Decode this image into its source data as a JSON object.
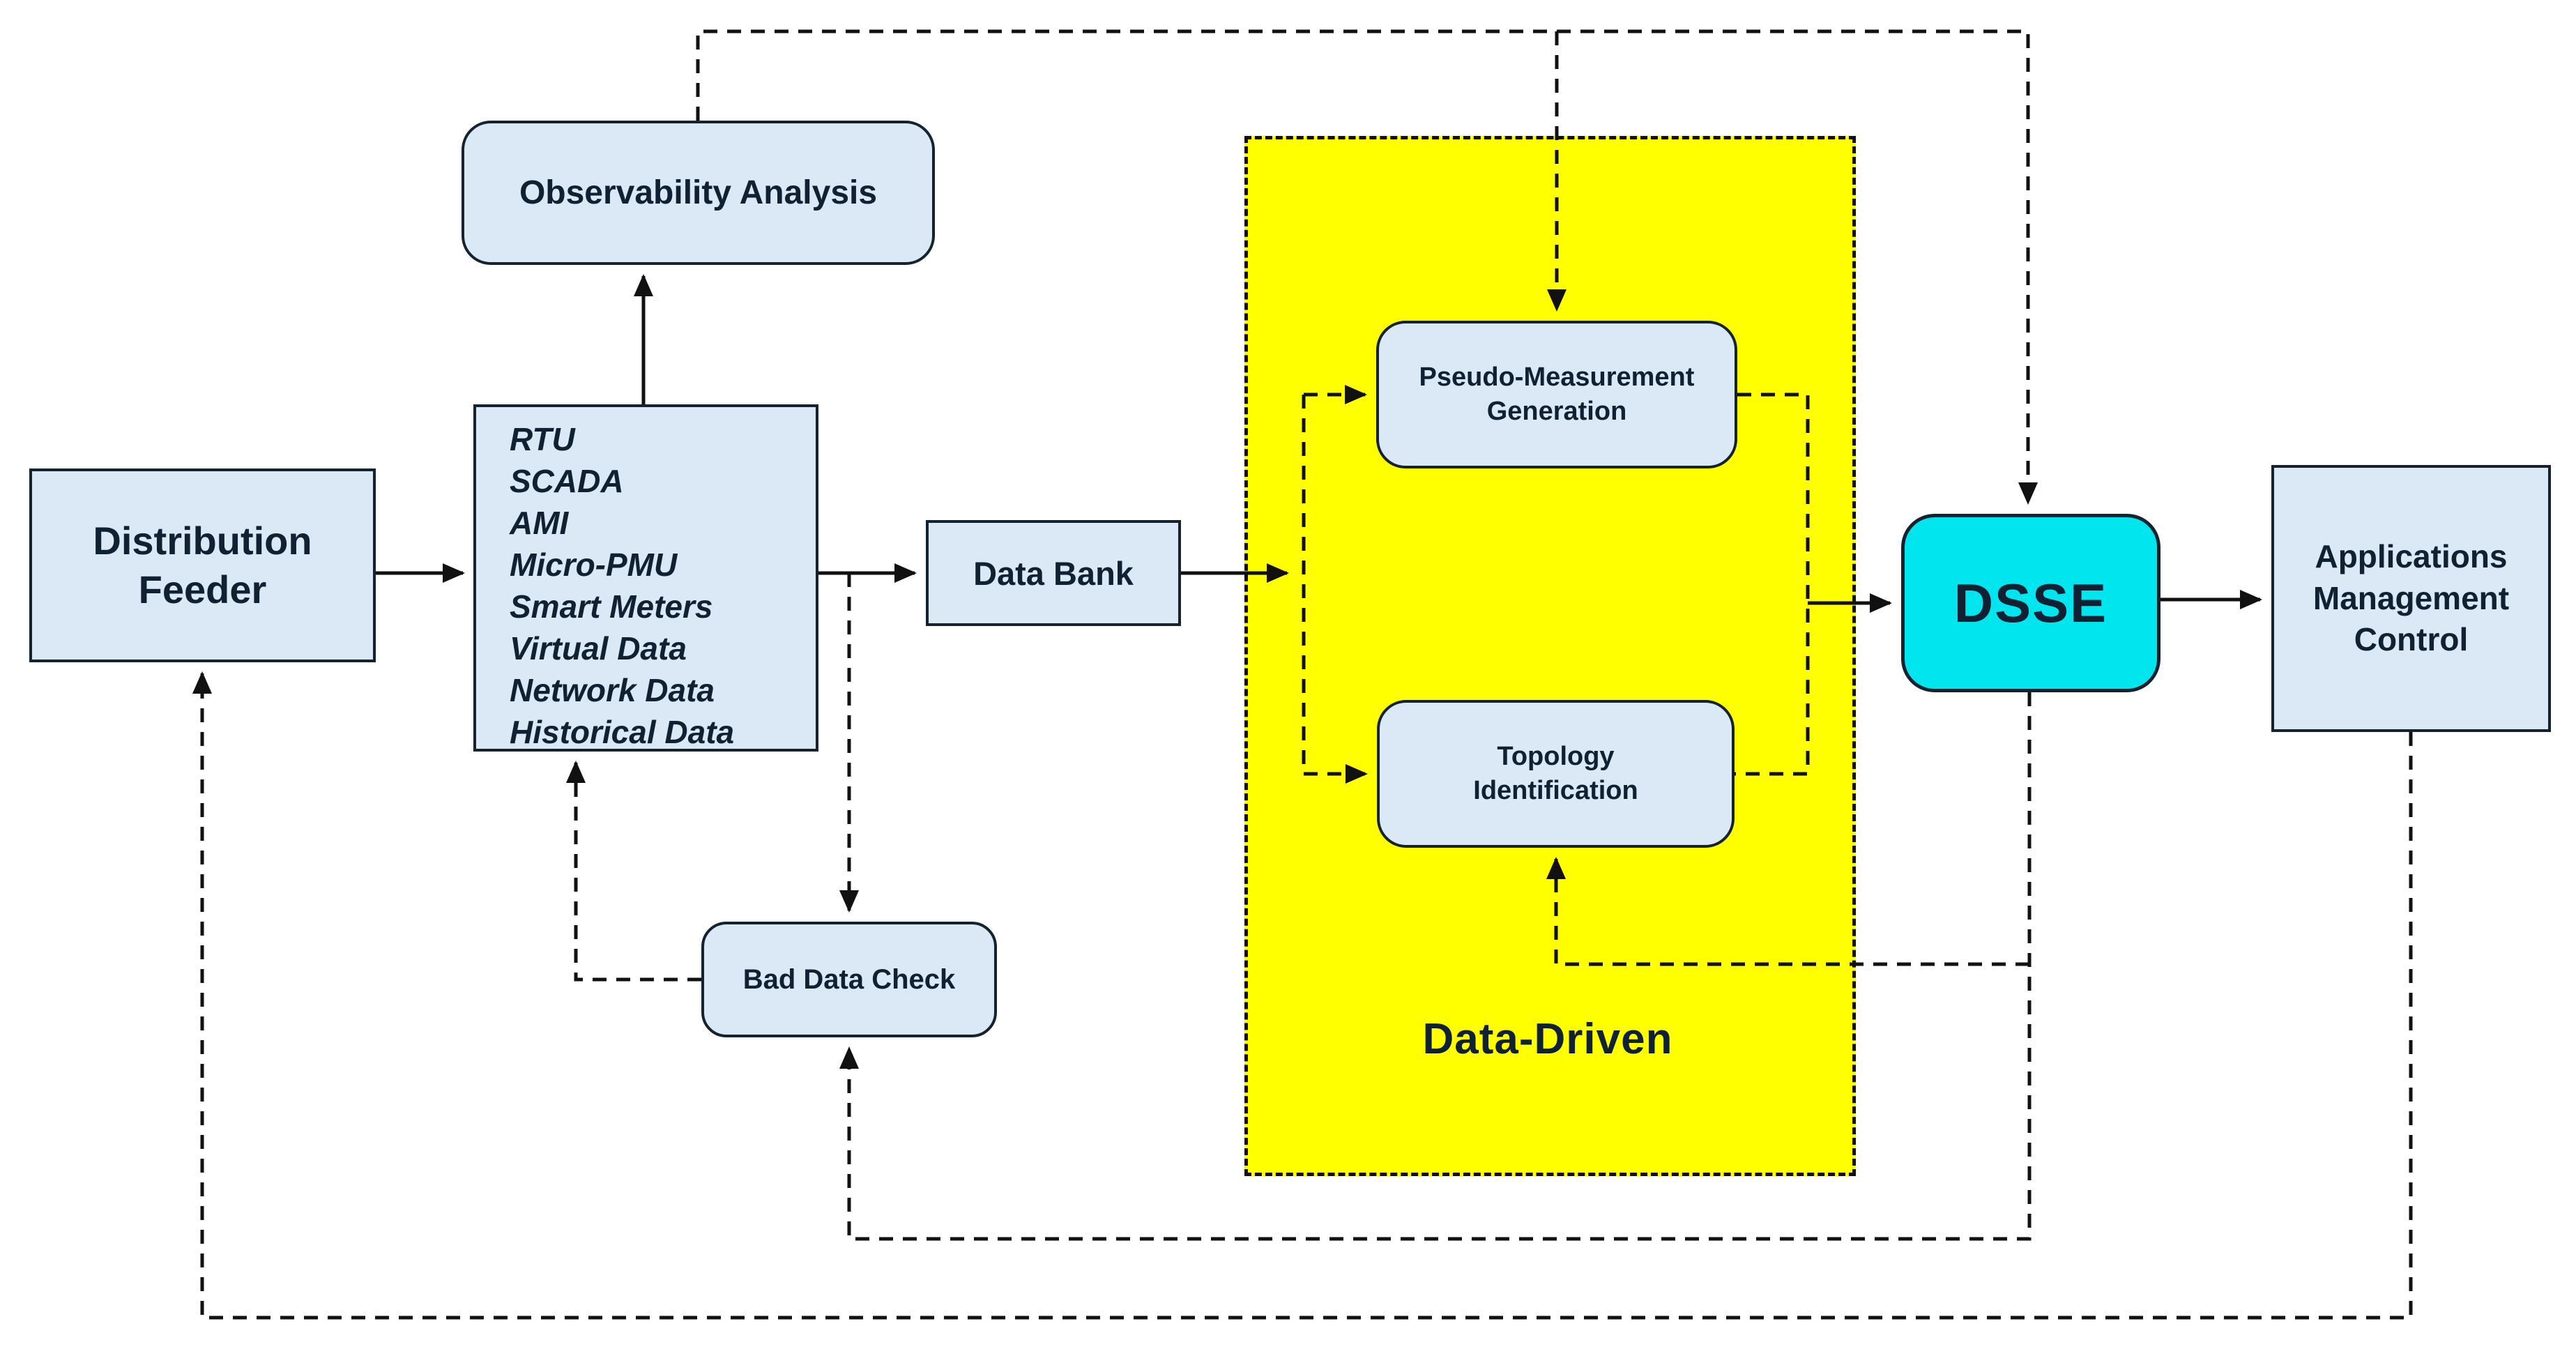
{
  "title": "Data-driven DSSE architecture diagram",
  "colors": {
    "node_fill": "#dbe8f5",
    "node_border": "#15232f",
    "text": "#0f2133",
    "line": "#111111",
    "region_fill": "#ffff00",
    "dsse_fill": "#00e5ee",
    "bg": "#ffffff"
  },
  "boxes": {
    "distribution_feeder": {
      "line1": "Distribution",
      "line2": "Feeder"
    },
    "data_sources": {
      "items": [
        "RTU",
        "SCADA",
        "AMI",
        "Micro-PMU",
        "Smart Meters",
        "Virtual Data",
        "Network Data",
        "Historical Data"
      ]
    },
    "observability_analysis": {
      "label": "Observability Analysis"
    },
    "data_bank": {
      "label": "Data Bank"
    },
    "pseudo_measurement_generation": {
      "line1": "Pseudo-Measurement",
      "line2": "Generation"
    },
    "topology_identification": {
      "line1": "Topology",
      "line2": "Identification"
    },
    "dsse": {
      "label": "DSSE"
    },
    "applications": {
      "line1": "Applications",
      "line2": "Management",
      "line3": "Control"
    },
    "bad_data_check": {
      "label": "Bad Data Check"
    },
    "data_driven_region": {
      "label": "Data-Driven"
    }
  }
}
